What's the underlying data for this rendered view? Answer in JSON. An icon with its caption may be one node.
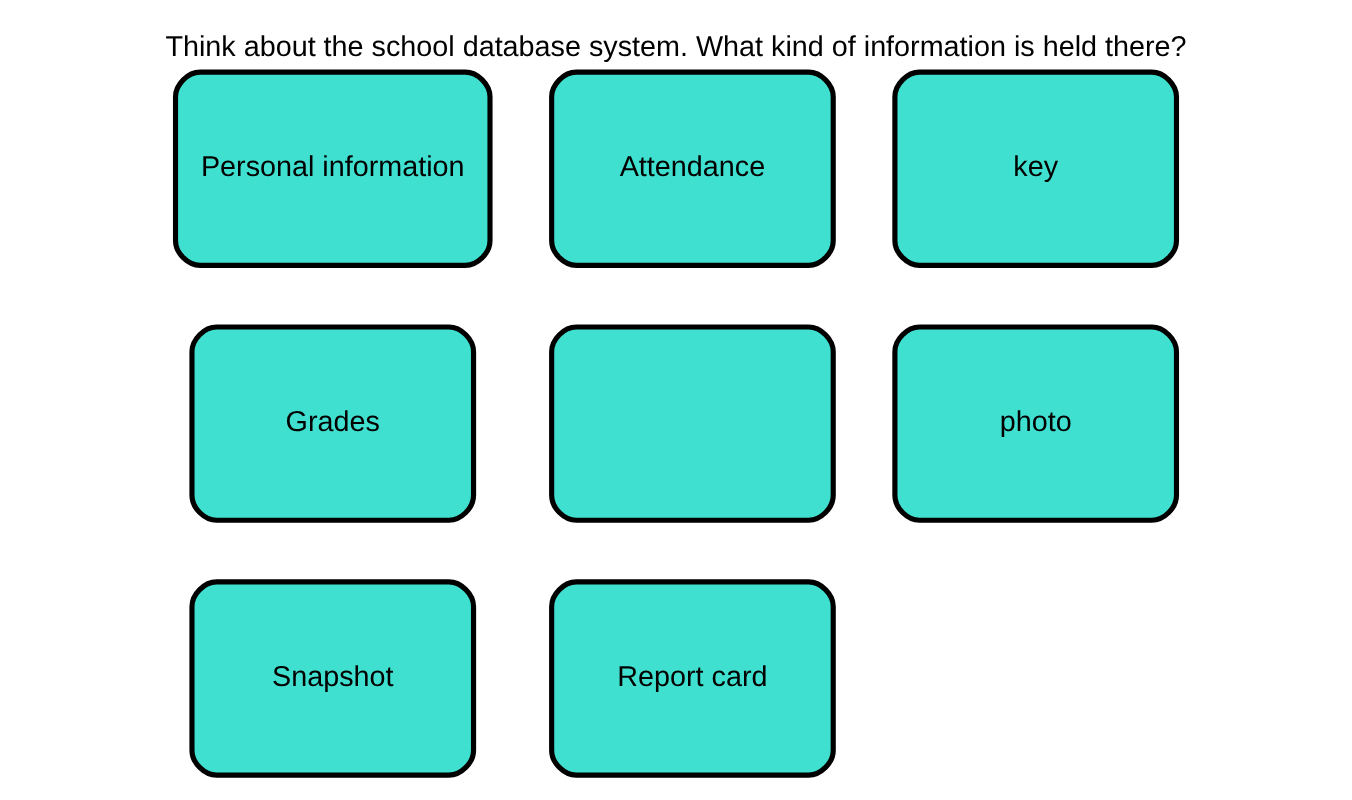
{
  "diagram": {
    "title": "Think about the school database system. What kind of information is held there?",
    "nodes": [
      {
        "text": [
          "Attendance"
        ]
      },
      {
        "text": [
          "key"
        ]
      },
      {
        "text": [
          "Grades"
        ]
      },
      {
        "text": [],
        "shape": "box"
      },
      {
        "text": [
          "photo"
        ]
      },
      {
        "text": [
          "Personal information"
        ]
      },
      {
        "text": [
          "Snapshot"
        ]
      },
      {
        "text": [
          "Report card"
        ]
      }
    ]
  }
}
